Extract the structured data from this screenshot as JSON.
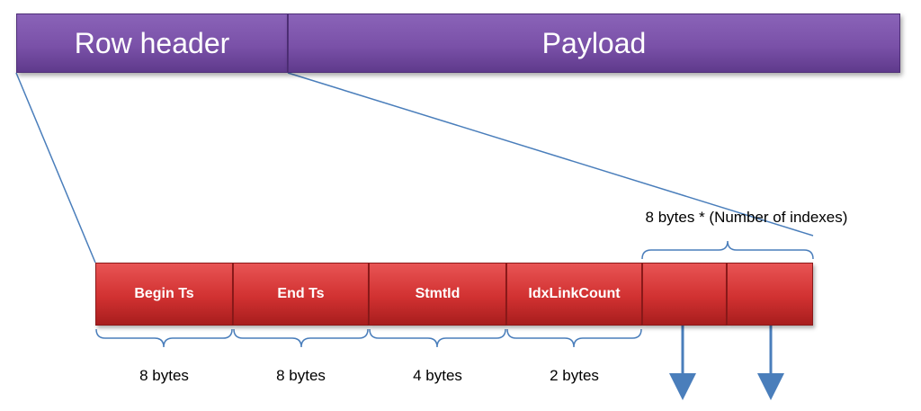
{
  "row_layout": {
    "top": {
      "row_header": "Row header",
      "payload": "Payload"
    },
    "row_header_fields": [
      {
        "name": "Begin Ts",
        "size": "8 bytes"
      },
      {
        "name": "End Ts",
        "size": "8 bytes"
      },
      {
        "name": "StmtId",
        "size": "4 bytes"
      },
      {
        "name": "IdxLinkCount",
        "size": "2 bytes"
      }
    ],
    "index_pointers_size": "8 bytes * (Number of indexes)"
  },
  "colors": {
    "top_bar": "#7a51a8",
    "row_cells": "#d13131",
    "connector_lines": "#4a7ebb",
    "arrows": "#4a7ebb"
  }
}
